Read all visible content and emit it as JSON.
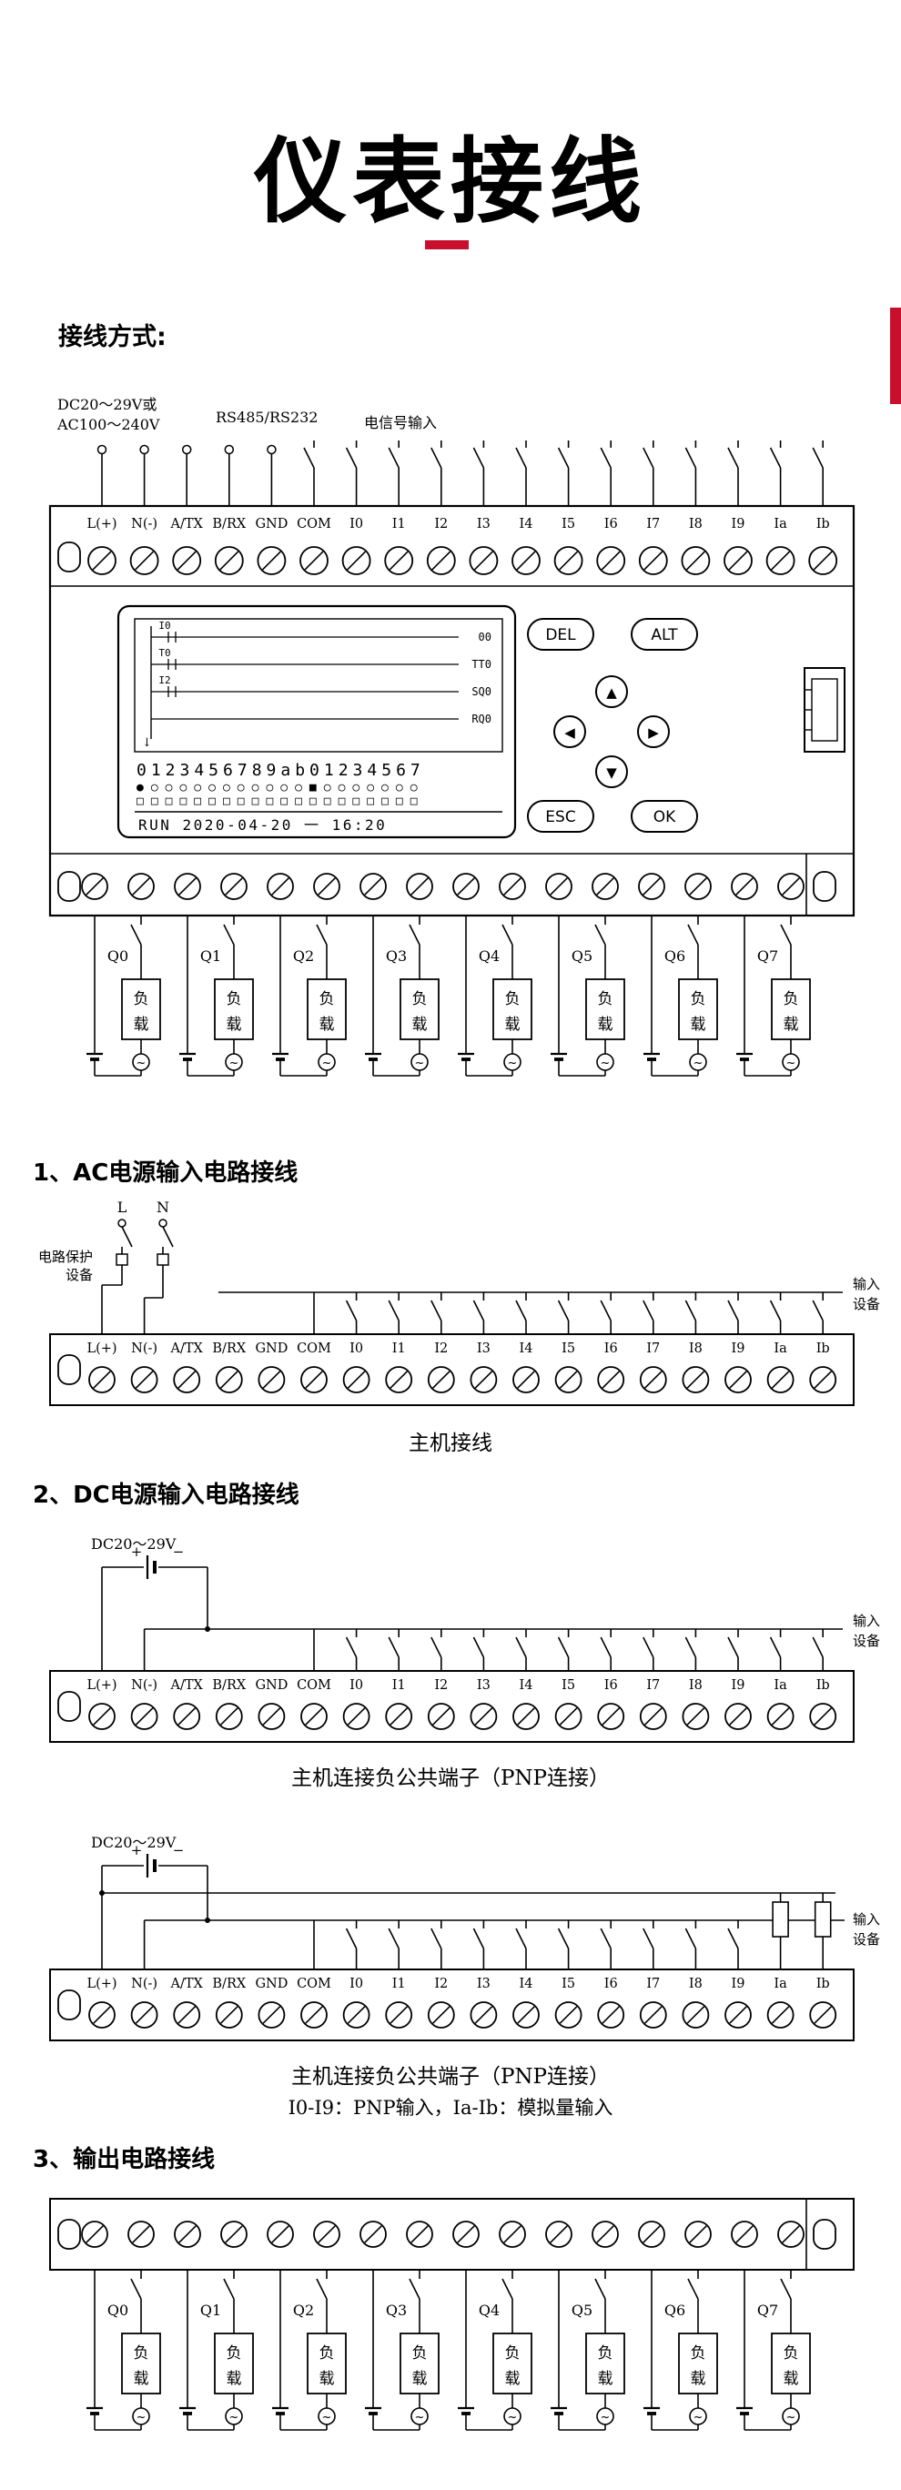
{
  "colors": {
    "accent": "#c8102e",
    "line": "#000000"
  },
  "header": {
    "title": "仪表接线"
  },
  "intro": {
    "heading": "接线方式:"
  },
  "main_diagram": {
    "power_label_1": "DC20～29V或",
    "power_label_2": "AC100～240V",
    "comm_label": "RS485/RS232",
    "signal_label": "电信号输入",
    "terminals": [
      "L(+)",
      "N(-)",
      "A/TX",
      "B/RX",
      "GND",
      "COM",
      "I0",
      "I1",
      "I2",
      "I3",
      "I4",
      "I5",
      "I6",
      "I7",
      "I8",
      "I9",
      "Ia",
      "Ib"
    ],
    "outputs": [
      "Q0",
      "Q1",
      "Q2",
      "Q3",
      "Q4",
      "Q5",
      "Q6",
      "Q7"
    ],
    "load": "负载",
    "ac_symbol": "~",
    "lcd": {
      "ladder_rows": [
        {
          "left": "I0",
          "right": "00"
        },
        {
          "left": "T0",
          "right": "TT0"
        },
        {
          "left": "I2",
          "right": "SQ0"
        },
        {
          "left": "",
          "right": "RQ0"
        }
      ],
      "arrow": "↓",
      "digits": "0123456789ab01234567",
      "indicators1": "●○○○○○○○○○○○■○○○○○○○",
      "indicators2": "□□□□□□□□□□□□□□□□□□□□",
      "status": "RUN  2020-04-20 一 16:20"
    },
    "buttons": {
      "del": "DEL",
      "alt": "ALT",
      "esc": "ESC",
      "ok": "OK",
      "up": "▲",
      "down": "▼",
      "left": "◀",
      "right": "▶"
    }
  },
  "sections": {
    "s1": {
      "heading": "1、AC电源输入电路接线",
      "l": "L",
      "n": "N",
      "protector_line1": "电路保护",
      "protector_line2": "设备",
      "input_dev_line1": "输入",
      "input_dev_line2": "设备",
      "caption": "主机接线"
    },
    "s2": {
      "heading": "2、DC电源输入电路接线",
      "d1": {
        "power": "DC20～29V",
        "plus": "+",
        "minus": "−",
        "caption": "主机连接负公共端子（PNP连接）"
      },
      "d2": {
        "power": "DC20～29V",
        "plus": "+",
        "minus": "−",
        "caption": "主机连接负公共端子（PNP连接）",
        "subcaption": "I0-I9：PNP输入，Ia-Ib：模拟量输入"
      }
    },
    "s3": {
      "heading": "3、输出电路接线"
    }
  }
}
